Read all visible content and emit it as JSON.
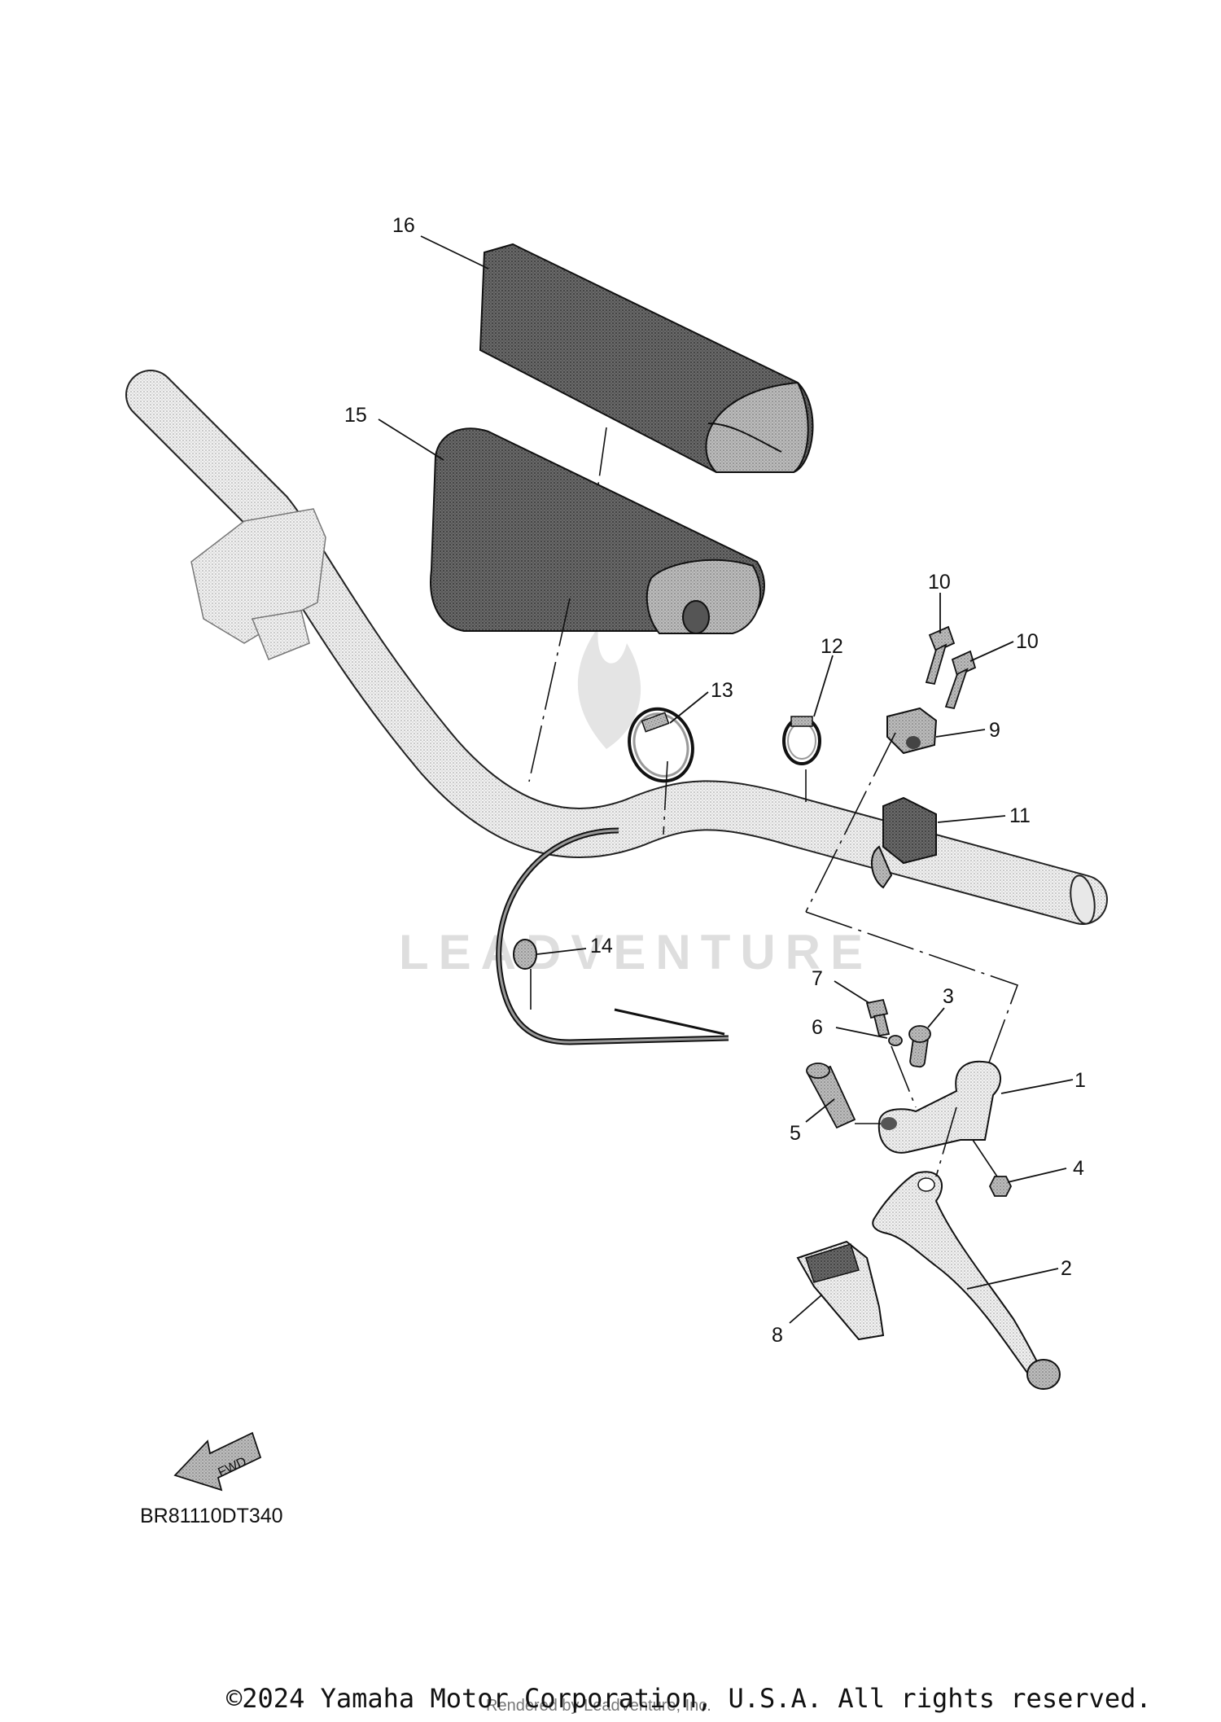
{
  "diagram": {
    "diagram_code": "BR81110DT340",
    "fwd_label": "FWD",
    "watermark": "LEADVENTURE",
    "callouts": [
      "1",
      "2",
      "3",
      "4",
      "5",
      "6",
      "7",
      "8",
      "9",
      "10",
      "10",
      "11",
      "12",
      "13",
      "14",
      "15",
      "16"
    ]
  },
  "footer": {
    "copyright": "©2024 Yamaha Motor Corporation, U.S.A. All rights reserved.",
    "rendered_by": "Rendered by LeadVenture, Inc."
  },
  "colors": {
    "line": "#111111",
    "part_fill_light": "#ececec",
    "part_fill_dark": "#5a5a5a",
    "watermark": "#dedede"
  }
}
